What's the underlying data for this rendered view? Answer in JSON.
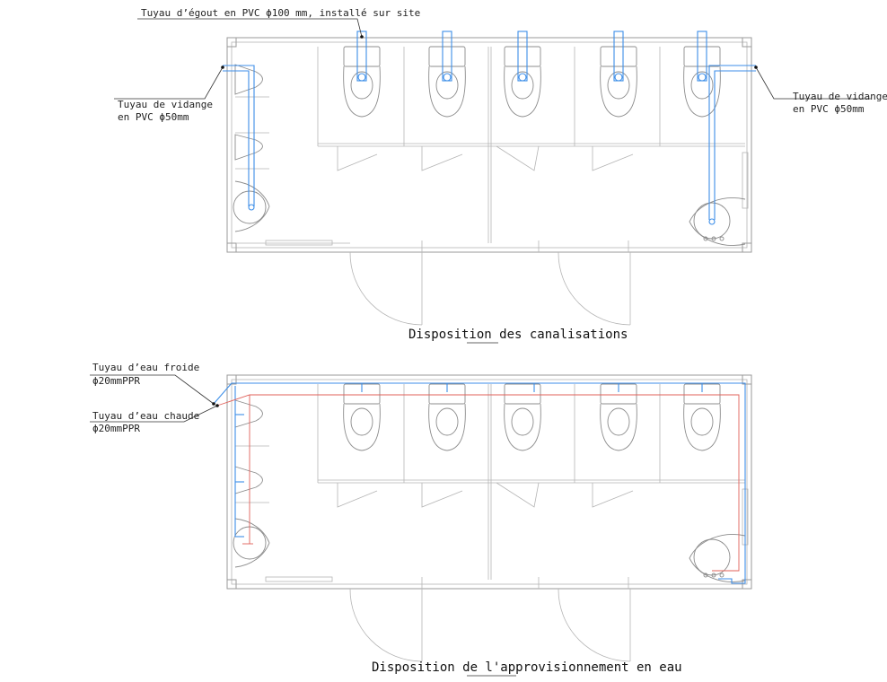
{
  "plan1": {
    "title": "Disposition des canalisations",
    "sewer_label": "Tuyau d’égout en PVC ϕ100 mm, installé sur site",
    "drain_left_line1": "Tuyau de vidange",
    "drain_left_line2": "en PVC ϕ50mm",
    "drain_right_line1": "Tuyau de vidange",
    "drain_right_line2": "en PVC ϕ50mm"
  },
  "plan2": {
    "title": "Disposition de l'approvisionnement en eau",
    "cold_line1": "Tuyau d’eau froide",
    "cold_line2": "ϕ20mmPPR",
    "hot_line1": "Tuyau d’eau chaude",
    "hot_line2": "ϕ20mmPPR"
  },
  "colors": {
    "pipe_blue": "#3d8ee8",
    "hot_red": "#e0605a",
    "wall_gray": "#9a9a9a"
  }
}
